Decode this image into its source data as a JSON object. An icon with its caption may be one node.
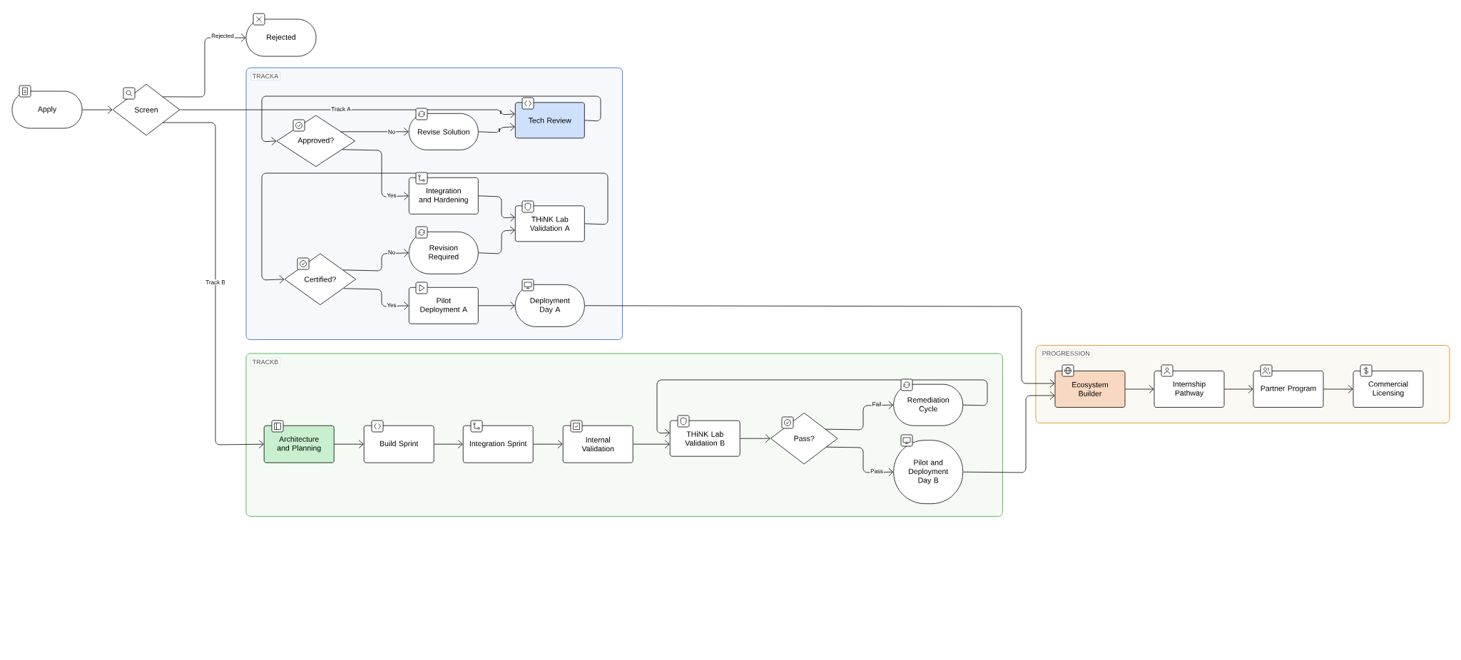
{
  "diagram": {
    "nodes": [
      {
        "text": [
          "Apply"
        ]
      },
      {
        "text": [
          "Screen"
        ]
      },
      {
        "text": [
          "Rejected"
        ]
      },
      {
        "text": [
          "TRACKA"
        ]
      },
      {
        "text": [
          "Approved?"
        ],
        "in": 3
      },
      {
        "text": [
          "Revise Solution"
        ],
        "in": 3
      },
      {
        "text": [
          "Tech Review"
        ],
        "in": 3
      },
      {
        "text": [
          "Integration and Hardening"
        ],
        "in": 3
      },
      {
        "text": [
          "THiNK Lab Validation A"
        ],
        "in": 3
      },
      {
        "text": [
          "Revision Required"
        ],
        "in": 3
      },
      {
        "text": [
          "Certified?"
        ],
        "in": 3
      },
      {
        "text": [
          "Pilot Deployment A"
        ],
        "in": 3
      },
      {
        "text": [
          "Deployment Day A"
        ],
        "in": 3
      },
      {
        "text": [
          "TRACKB"
        ]
      },
      {
        "text": [
          "Architecture and Planning"
        ],
        "in": 13
      },
      {
        "text": [
          "Build Sprint"
        ],
        "in": 13
      },
      {
        "text": [
          "Integration Sprint"
        ],
        "in": 13
      },
      {
        "text": [
          "Internal Validation"
        ],
        "in": 13
      },
      {
        "text": [
          "THiNK Lab Validation B"
        ],
        "in": 13
      },
      {
        "text": [
          "Pass?"
        ],
        "in": 13
      },
      {
        "text": [
          "Remediation Cycle"
        ],
        "in": 13
      },
      {
        "text": [
          "Pilot and Deployment Day B"
        ],
        "in": 13
      },
      {
        "text": [
          "PROGRESSION"
        ]
      },
      {
        "text": [
          "Ecosystem Builder"
        ],
        "in": 22
      },
      {
        "text": [
          "Internship Pathway"
        ],
        "in": 22
      },
      {
        "text": [
          "Partner Program"
        ],
        "in": 22
      },
      {
        "text": [
          "Commercial Licensing"
        ],
        "in": 22
      }
    ],
    "edges": [
      {
        "from": 0,
        "to": 1,
        "arrow": "to"
      },
      {
        "from": 1,
        "to": 2,
        "arrow": "to",
        "label": "Rejected"
      },
      {
        "from": 1,
        "to": 6,
        "arrow": "to",
        "label": "Track A"
      },
      {
        "from": 6,
        "to": 4,
        "arrow": "to"
      },
      {
        "from": 4,
        "to": 5,
        "arrow": "to",
        "label": "No"
      },
      {
        "from": 4,
        "to": 7,
        "arrow": "to",
        "label": "Yes"
      },
      {
        "from": 5,
        "to": 6,
        "arrow": "to"
      },
      {
        "from": 7,
        "to": 8,
        "arrow": "to"
      },
      {
        "from": 9,
        "to": 8,
        "arrow": "to"
      },
      {
        "from": 8,
        "to": 10,
        "arrow": "to"
      },
      {
        "from": 10,
        "to": 9,
        "arrow": "to",
        "label": "No"
      },
      {
        "from": 10,
        "to": 11,
        "arrow": "to",
        "label": "Yes"
      },
      {
        "from": 11,
        "to": 12,
        "arrow": "to"
      },
      {
        "from": 12,
        "to": 23,
        "arrow": "to"
      },
      {
        "from": 1,
        "to": 14,
        "arrow": "to",
        "label": "Track B"
      },
      {
        "from": 14,
        "to": 15,
        "arrow": "to"
      },
      {
        "from": 15,
        "to": 16,
        "arrow": "to"
      },
      {
        "from": 16,
        "to": 17,
        "arrow": "to"
      },
      {
        "from": 17,
        "to": 18,
        "arrow": "to"
      },
      {
        "from": 18,
        "to": 19,
        "arrow": "to"
      },
      {
        "from": 19,
        "to": 20,
        "arrow": "to",
        "label": "Fail"
      },
      {
        "from": 19,
        "to": 21,
        "arrow": "to",
        "label": "Pass"
      },
      {
        "from": 20,
        "to": 18,
        "arrow": "to"
      },
      {
        "from": 21,
        "to": 23,
        "arrow": "to"
      },
      {
        "from": 23,
        "to": 24,
        "arrow": "to"
      },
      {
        "from": 24,
        "to": 25,
        "arrow": "to"
      },
      {
        "from": 25,
        "to": 26,
        "arrow": "to"
      }
    ]
  }
}
